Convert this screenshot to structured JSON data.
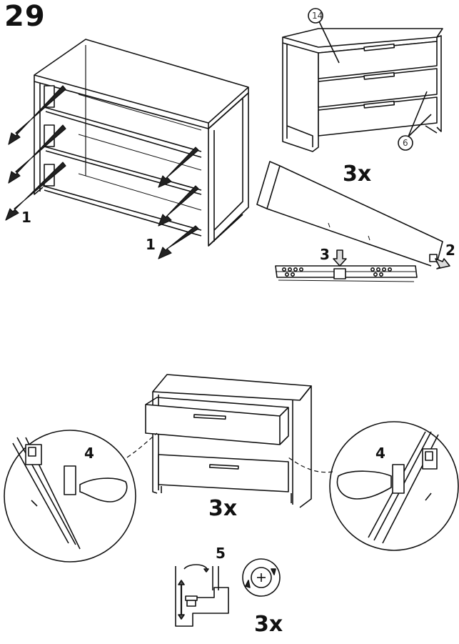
{
  "step": {
    "number": "29"
  },
  "callouts": {
    "part_a": "14",
    "part_b": "6"
  },
  "labels": {
    "pull_left": "1",
    "pull_right": "1",
    "lift": "2",
    "press": "3",
    "lock_left": "4",
    "lock_right": "4",
    "adjust": "5"
  },
  "quantities": {
    "top": "3x",
    "middle": "3x",
    "bottom": "3x"
  }
}
